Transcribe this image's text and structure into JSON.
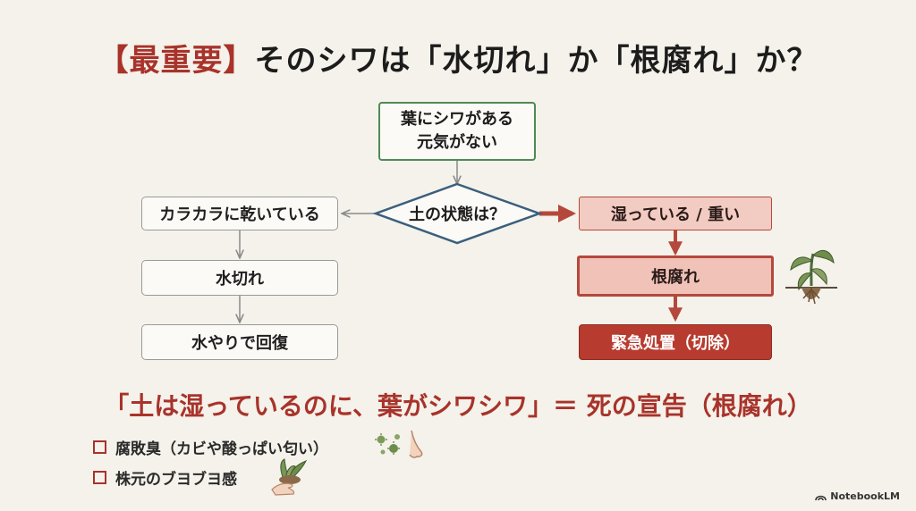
{
  "title": {
    "accent": "【最重要】",
    "main": "そのシワは「水切れ」か「根腐れ」か？"
  },
  "flow": {
    "start_line1": "葉にシワがある",
    "start_line2": "元気がない",
    "decision": "土の状態は？",
    "left_condition": "カラカラに乾いている",
    "left_result": "水切れ",
    "left_action": "水やりで回復",
    "right_condition": "湿っている / 重い",
    "right_result": "根腐れ",
    "right_action": "緊急処置（切除）"
  },
  "verdict": "「土は湿っているのに、葉がシワシワ」＝ 死の宣告（根腐れ）",
  "checklist": [
    {
      "label": "腐敗臭（カビや酸っぱい匂い）"
    },
    {
      "label": "株元のブヨブヨ感"
    }
  ],
  "watermark": "NotebookLM",
  "colors": {
    "accent_red": "#a8332b",
    "start_border_green": "#4e8a55",
    "decision_blue": "#3a5f7d",
    "background": "#f4f2ea"
  }
}
